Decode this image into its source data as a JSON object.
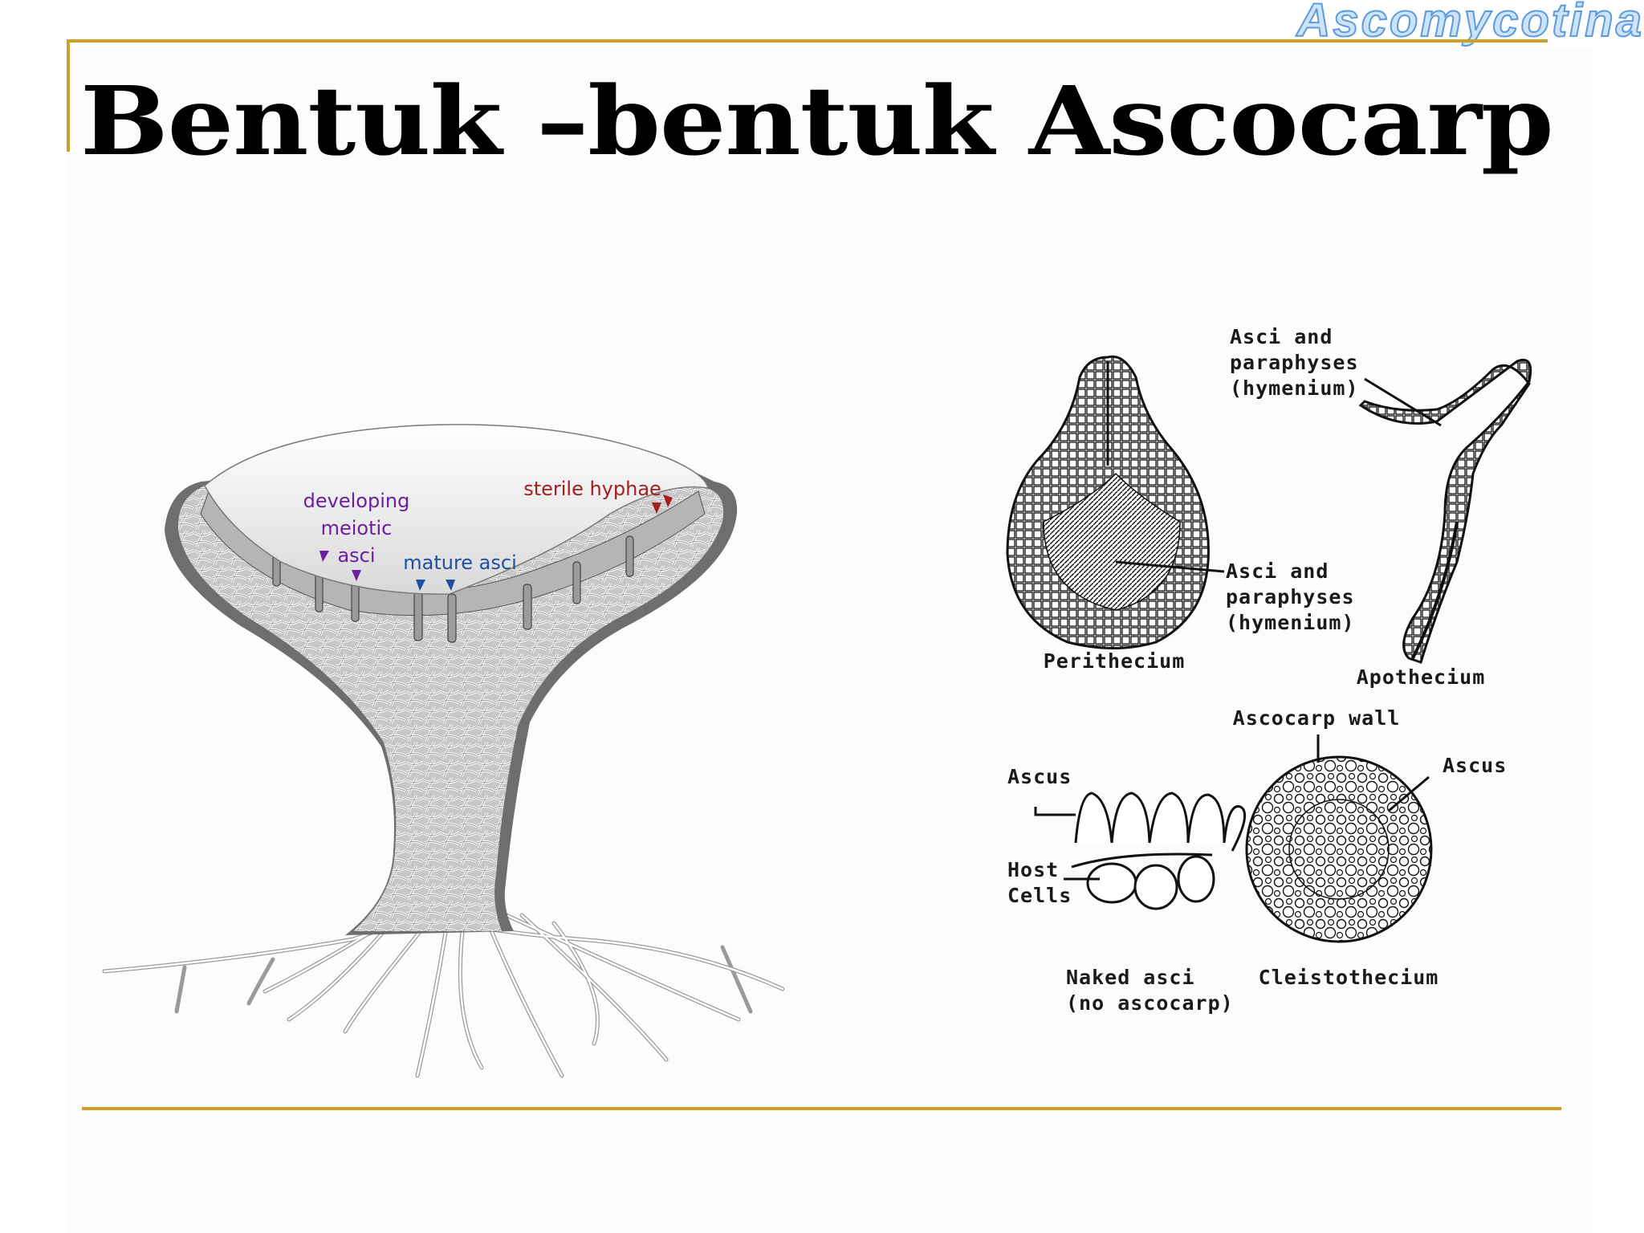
{
  "watermark": "Ascomycotina",
  "slide": {
    "title": "Bentuk –bentuk Ascocarp"
  },
  "apothecium_section": {
    "labels": {
      "developing_1": "developing",
      "developing_2": "meiotic",
      "developing_3": "asci",
      "mature": "mature asci",
      "sterile": "sterile hyphae"
    },
    "colors": {
      "purple": "#6b1fa3",
      "blue": "#1f4fa3",
      "red": "#a31f1f"
    }
  },
  "ascocarp_types": {
    "perithecium": {
      "name": "Perithecium",
      "label_1": "Asci and",
      "label_2": "paraphyses",
      "label_3": "(hymenium)"
    },
    "apothecium": {
      "name": "Apothecium",
      "label_1": "Asci and",
      "label_2": "paraphyses",
      "label_3": "(hymenium)"
    },
    "naked_asci": {
      "name_1": "Naked asci",
      "name_2": "(no ascocarp)",
      "ascus": "Ascus",
      "host_1": "Host",
      "host_2": "Cells"
    },
    "cleistothecium": {
      "name": "Cleistothecium",
      "wall": "Ascocarp wall",
      "ascus": "Ascus"
    }
  }
}
